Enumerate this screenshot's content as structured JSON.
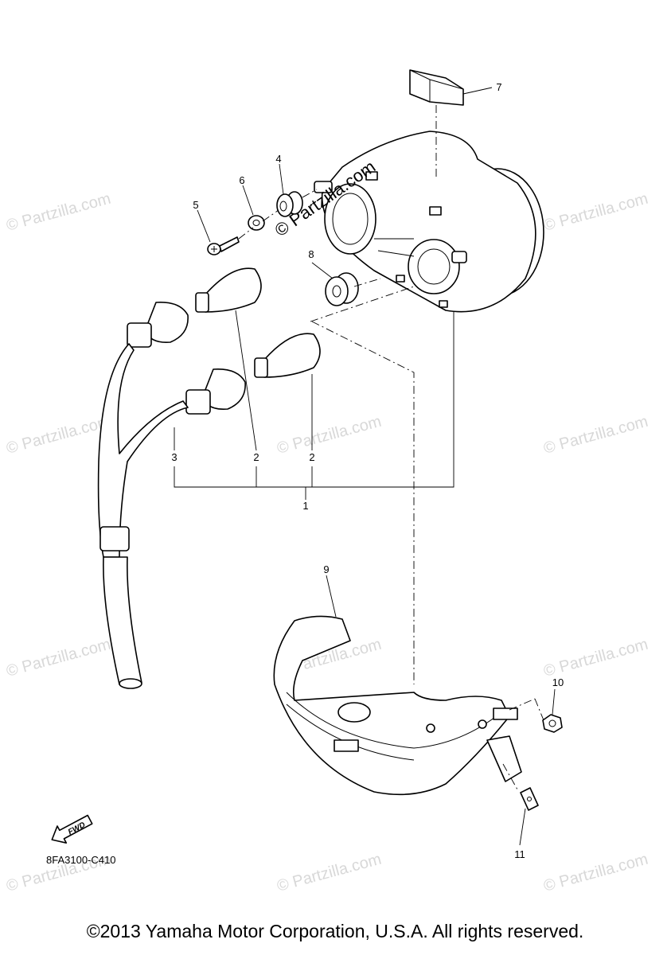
{
  "diagram": {
    "callouts": [
      "1",
      "2",
      "2",
      "3",
      "4",
      "5",
      "6",
      "7",
      "8",
      "9",
      "10",
      "11"
    ],
    "watermark": "© Partzilla.com",
    "center_watermark": "© Partzilla.com",
    "fwd_label": "FWD",
    "drawing_code": "8FA3100-C410",
    "copyright": "©2013 Yamaha Motor Corporation, U.S.A. All rights reserved."
  }
}
